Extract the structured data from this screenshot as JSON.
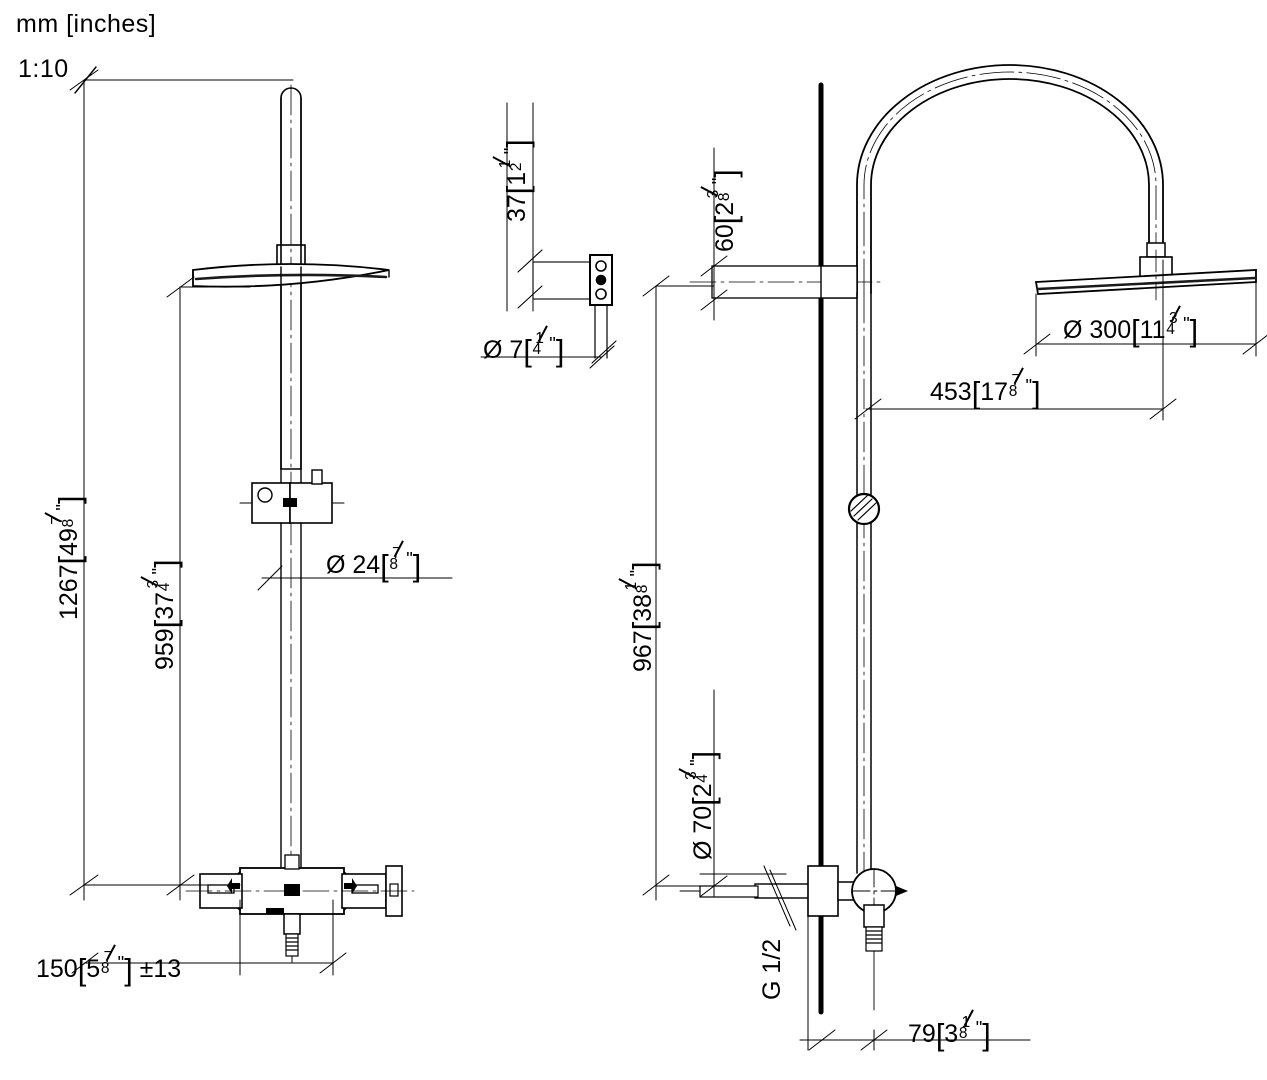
{
  "drawing": {
    "title": "Technical dimension drawing - exposed thermostatic shower system",
    "units_label": "mm [inches]",
    "scale_label": "1:10",
    "line_color": "#000000",
    "wall_color": "#000000",
    "background": "#ffffff"
  },
  "views": {
    "front": {
      "name": "front-elevation"
    },
    "detail": {
      "name": "wall-bracket-detail"
    },
    "side": {
      "name": "side-elevation"
    }
  },
  "dimensions": {
    "total_height": {
      "mm": "1267",
      "inch_whole": "49",
      "inch_num": "7",
      "inch_den": "8",
      "label": "1267 [49 7/8\"]"
    },
    "riser_height": {
      "mm": "959",
      "inch_whole": "37",
      "inch_num": "3",
      "inch_den": "4",
      "label": "959 [37 3/4\"]"
    },
    "riser_diameter": {
      "prefix": "Ø",
      "mm": "24",
      "inch_whole": "",
      "inch_num": "7",
      "inch_den": "8",
      "label": "Ø 24 [7/8\"]"
    },
    "valve_centers": {
      "mm": "150",
      "inch_whole": "5",
      "inch_num": "7",
      "inch_den": "8",
      "tolerance": "±13",
      "label": "150 [5 7/8\"] ±13"
    },
    "bracket_offset": {
      "mm": "37",
      "inch_whole": "1",
      "inch_num": "1",
      "inch_den": "2",
      "label": "37 [1 1/2\"]"
    },
    "screw_hole": {
      "prefix": "Ø",
      "mm": "7",
      "inch_whole": "",
      "inch_num": "1",
      "inch_den": "4",
      "label": "Ø 7 [1/4\"]"
    },
    "arm_wall_offset": {
      "mm": "60",
      "inch_whole": "2",
      "inch_num": "3",
      "inch_den": "8",
      "label": "60 [2 3/8\"]"
    },
    "head_diameter": {
      "prefix": "Ø",
      "mm": "300",
      "inch_whole": "11",
      "inch_num": "3",
      "inch_den": "4",
      "label": "Ø 300 [11 3/4\"]"
    },
    "head_projection": {
      "mm": "453",
      "inch_whole": "17",
      "inch_num": "7",
      "inch_den": "8",
      "label": "453 [17 7/8\"]"
    },
    "side_height": {
      "mm": "967",
      "inch_whole": "38",
      "inch_num": "1",
      "inch_den": "8",
      "label": "967 [38 1/8\"]"
    },
    "escutcheon_diameter": {
      "prefix": "Ø",
      "mm": "70",
      "inch_whole": "2",
      "inch_num": "3",
      "inch_den": "4",
      "label": "Ø 70 [2 3/4\"]"
    },
    "thread_spec": {
      "label": "G 1/2"
    },
    "valve_projection": {
      "mm": "79",
      "inch_whole": "3",
      "inch_num": "1",
      "inch_den": "8",
      "label": "79 [3 1/8\"]"
    }
  }
}
